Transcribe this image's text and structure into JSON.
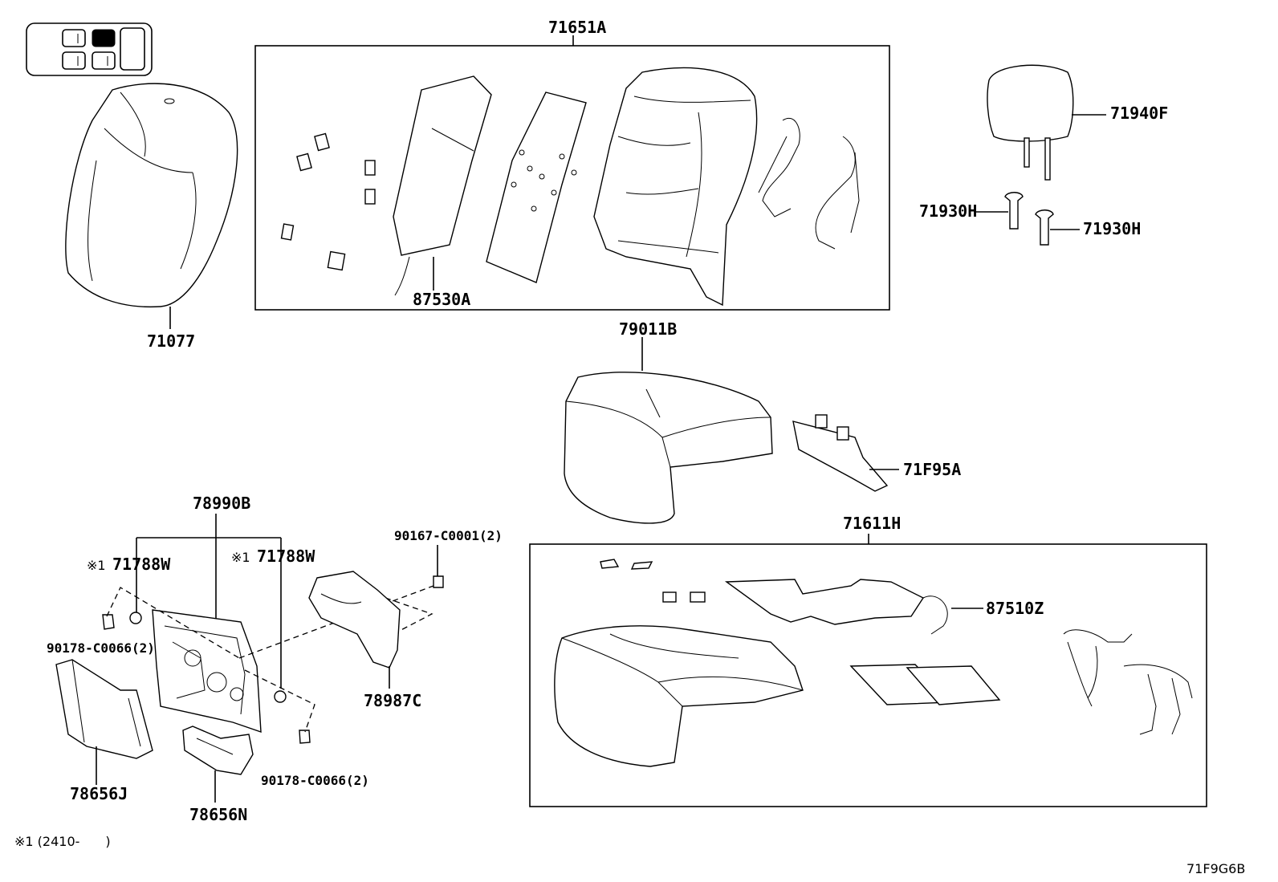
{
  "parts": {
    "p71651a": "71651A",
    "p87530a": "87530A",
    "p71077": "71077",
    "p71940f": "71940F",
    "p71930h_left": "71930H",
    "p71930h_right": "71930H",
    "p79011b": "79011B",
    "p71f95a": "71F95A",
    "p71611h": "71611H",
    "p87510z": "87510Z",
    "p78990b": "78990B",
    "p71788w_left": "71788W",
    "p71788w_right": "71788W",
    "p90167": "90167-C0001(2)",
    "p90178_left": "90178-C0066(2)",
    "p90178_right": "90178-C0066(2)",
    "p78987c": "78987C",
    "p78656j": "78656J",
    "p78656n": "78656N"
  },
  "marks": {
    "ref_left": "※1",
    "ref_right": "※1"
  },
  "footnote": {
    "text": "※1 (2410-　　)"
  },
  "diagram_code": "71F9G6B",
  "icons": {
    "seat_position_indicator": "seat-layout-icon"
  }
}
